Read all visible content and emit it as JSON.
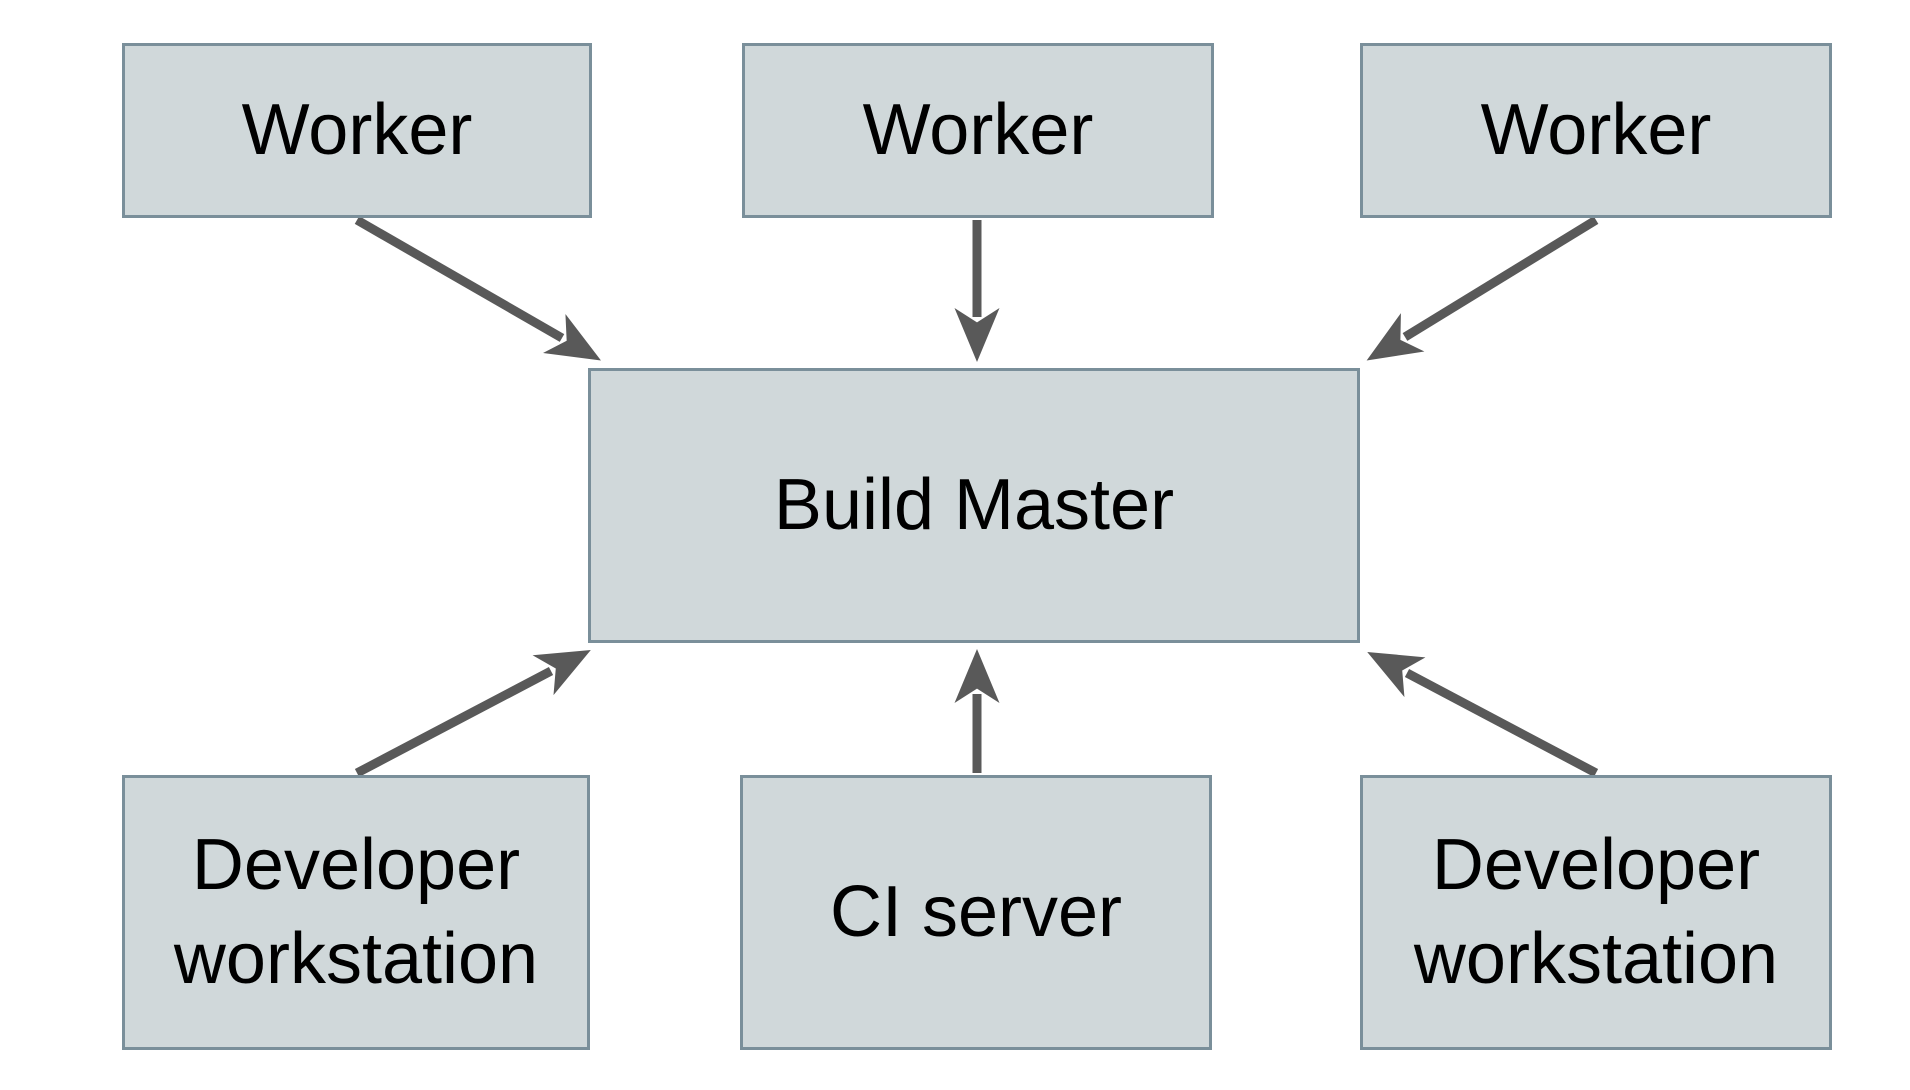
{
  "diagram": {
    "type": "architecture-diagram",
    "background": "#ffffff",
    "colors": {
      "node_fill": "#d0d8da",
      "node_border": "#7a8f9a",
      "arrow": "#595959",
      "text": "#000000"
    },
    "nodes": [
      {
        "id": "worker-1",
        "label": "Worker"
      },
      {
        "id": "worker-2",
        "label": "Worker"
      },
      {
        "id": "worker-3",
        "label": "Worker"
      },
      {
        "id": "build-master",
        "label": "Build Master"
      },
      {
        "id": "developer-workstation-left",
        "label": "Developer workstation"
      },
      {
        "id": "ci-server",
        "label": "CI server"
      },
      {
        "id": "developer-workstation-right",
        "label": "Developer workstation"
      }
    ],
    "edges": [
      {
        "from": "worker-1",
        "to": "build-master"
      },
      {
        "from": "worker-2",
        "to": "build-master"
      },
      {
        "from": "worker-3",
        "to": "build-master"
      },
      {
        "from": "developer-workstation-left",
        "to": "build-master"
      },
      {
        "from": "ci-server",
        "to": "build-master"
      },
      {
        "from": "developer-workstation-right",
        "to": "build-master"
      }
    ]
  }
}
